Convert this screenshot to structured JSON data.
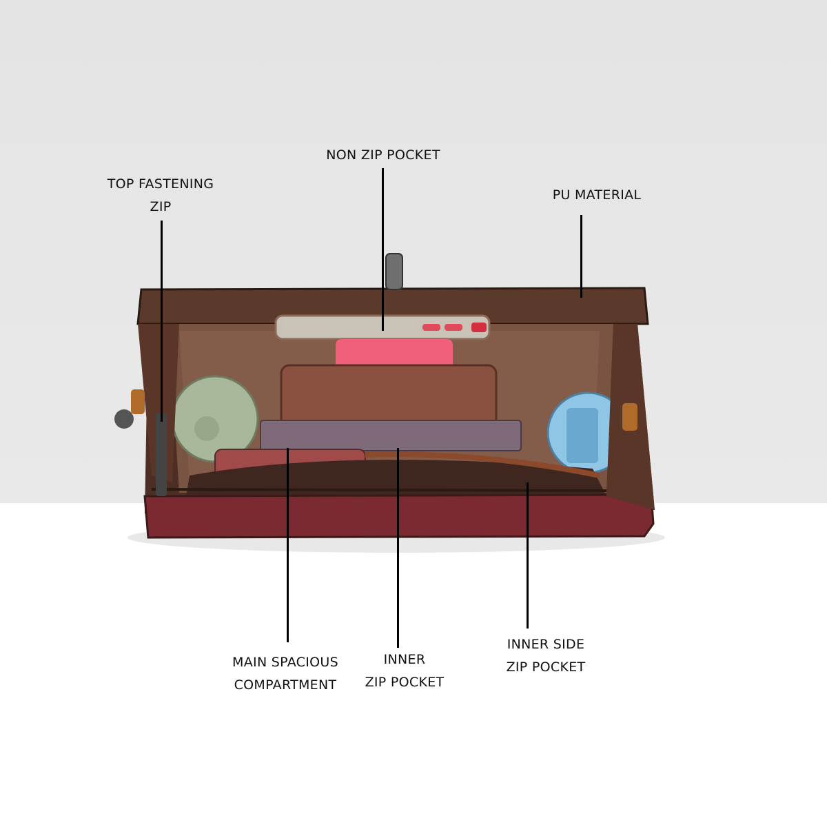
{
  "callouts": {
    "non_zip_pocket": {
      "lines": [
        "NON ZIP POCKET"
      ]
    },
    "top_fastening_zip": {
      "lines": [
        "TOP FASTENING",
        "ZIP"
      ]
    },
    "pu_material": {
      "lines": [
        "PU MATERIAL"
      ]
    },
    "main_compartment": {
      "lines": [
        "MAIN SPACIOUS",
        "COMPARTMENT"
      ]
    },
    "inner_zip_pocket": {
      "lines": [
        "INNER",
        "ZIP POCKET"
      ]
    },
    "inner_side_zip_pocket": {
      "lines": [
        "INNER SIDE",
        "ZIP POCKET"
      ]
    }
  },
  "colors": {
    "background_top": "#e6e6e6",
    "bag_brown": "#5e3a2c",
    "lining": "#7a5443",
    "accent_pink": "#f0607a"
  }
}
